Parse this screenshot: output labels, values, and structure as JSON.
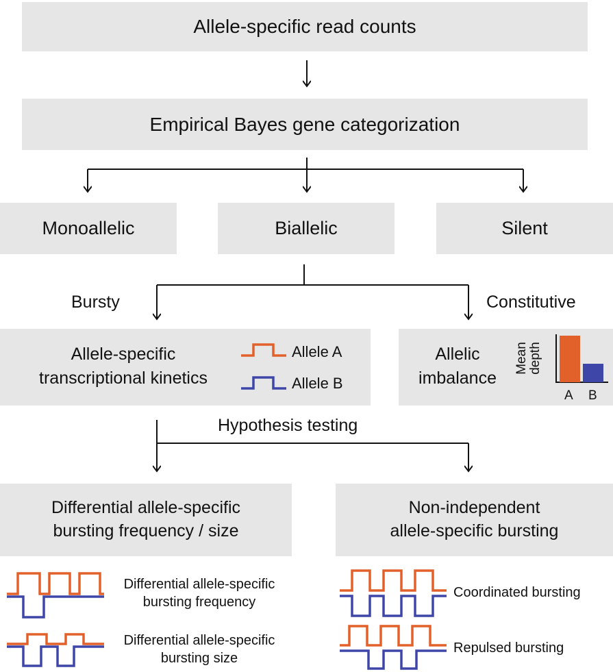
{
  "top": "Allele-specific read counts",
  "cat": "Empirical Bayes gene categorization",
  "categories": {
    "mono": "Monoallelic",
    "bi": "Biallelic",
    "silent": "Silent"
  },
  "branches": {
    "bursty": "Bursty",
    "constitutive": "Constitutive"
  },
  "kinetics": {
    "line1": "Allele-specific",
    "line2": "transcriptional kinetics",
    "allele_a": "Allele A",
    "allele_b": "Allele B"
  },
  "imbalance": {
    "line1": "Allelic",
    "line2": "imbalance",
    "axis_label_1": "Mean",
    "axis_label_2": "depth",
    "bar_a_label": "A",
    "bar_b_label": "B",
    "bar_a_level": 1.0,
    "bar_b_level": 0.37
  },
  "hypothesis": "Hypothesis testing",
  "diff_box": {
    "line1": "Differential allele-specific",
    "line2": "bursting frequency / size"
  },
  "nonind_box": {
    "line1": "Non-independent",
    "line2": "allele-specific bursting"
  },
  "examples": {
    "freq_1": "Differential allele-specific",
    "freq_2": "bursting frequency",
    "size_1": "Differential allele-specific",
    "size_2": "bursting size",
    "coordinated": "Coordinated bursting",
    "repulsed": "Repulsed bursting"
  },
  "colors": {
    "allele_a": "#e2602a",
    "allele_b": "#3e46a8",
    "box": "#e6e6e6"
  }
}
